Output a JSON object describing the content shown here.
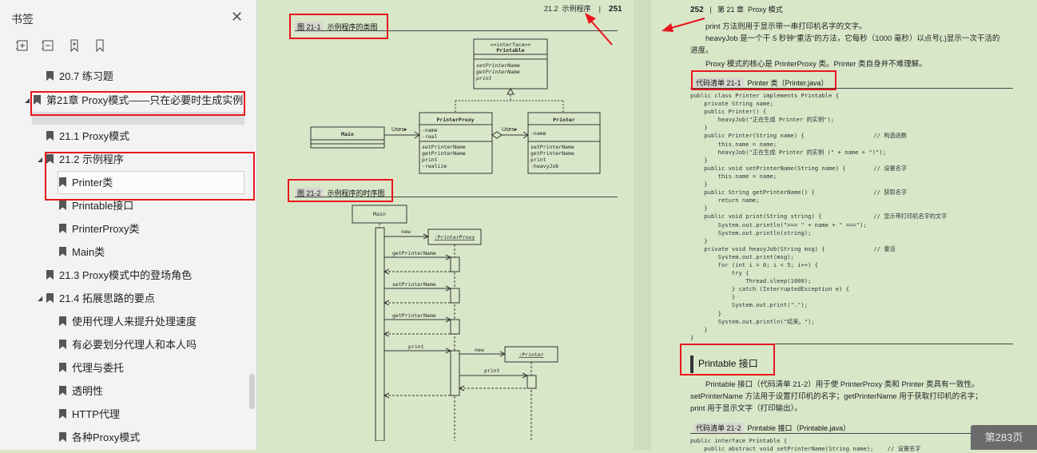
{
  "sidebar": {
    "title": "书签",
    "items": [
      {
        "label": "20.7 练习题"
      },
      {
        "label": "第21章 Proxy模式——只在必要时生成实例"
      },
      {
        "label": "21.1 Proxy模式"
      },
      {
        "label": "21.2 示例程序"
      },
      {
        "label": "Printer类"
      },
      {
        "label": "Printable接口"
      },
      {
        "label": "PrinterProxy类"
      },
      {
        "label": "Main类"
      },
      {
        "label": "21.3 Proxy模式中的登场角色"
      },
      {
        "label": "21.4 拓展思路的要点"
      },
      {
        "label": "使用代理人来提升处理速度"
      },
      {
        "label": "有必要划分代理人和本人吗"
      },
      {
        "label": "代理与委托"
      },
      {
        "label": "透明性"
      },
      {
        "label": "HTTP代理"
      },
      {
        "label": "各种Proxy模式"
      }
    ]
  },
  "left_page": {
    "header_section": "21.2",
    "header_title": "示例程序",
    "header_num": "251",
    "fig1_num": "图 21-1",
    "fig1_title": "示例程序的类图",
    "fig2_num": "图 21-2",
    "fig2_title": "示例程序的时序图",
    "uml": {
      "printable_stereo": "<<interface>>",
      "printable_name": "Printable",
      "printable_methods": [
        "setPrinterName",
        "getPrinterName",
        "print"
      ],
      "main_name": "Main",
      "uses1": "Uses▸",
      "uses2": "Uses▸",
      "proxy_name": "PrinterProxy",
      "proxy_fields": [
        "-name",
        "-real"
      ],
      "proxy_methods": [
        "setPrinterName",
        "getPrinterName",
        "print",
        "-realize"
      ],
      "printer_name": "Printer",
      "printer_fields": [
        "-name"
      ],
      "printer_methods": [
        "setPrinterName",
        "getPrinterName",
        "print",
        "-heavyJob"
      ]
    },
    "seq": {
      "main": "Main",
      "new1": "new",
      "proxy_obj": ":PrinterProxy",
      "m1": "getPrinterName",
      "m2": "setPrinterName",
      "m3": "getPrinterName",
      "m4": "print",
      "new2": "new",
      "printer_obj": ":Printer",
      "m5": "print"
    }
  },
  "right_page": {
    "header_num": "252",
    "header_chapter": "第 21 章",
    "header_title": "Proxy 模式",
    "para1": "print 方法则用于显示带一串打印机名字的文字。",
    "para2a": "heavyJob 是一个干 5 秒钟“重活”的方法，它每秒（1000 毫秒）以点号(.)显示一次干活的",
    "para2b": "进度。",
    "para3": "Proxy 模式的核心是 PrinterProxy 类。Printer 类自身并不难理解。",
    "listing1_num": "代码清单 21-1",
    "listing1_title": "Printer 类（Printer.java）",
    "code_lines": [
      "public class Printer implements Printable {",
      "    private String name;",
      "    public Printer() {",
      "        heavyJob(\"正在生成 Printer 的实例\");",
      "    }",
      "    public Printer(String name) {                    // 构造函数",
      "        this.name = name;",
      "        heavyJob(\"正在生成 Printer 的实例 (\" + name + \")\");",
      "    }",
      "    public void setPrinterName(String name) {        // 设置名字",
      "        this.name = name;",
      "    }",
      "    public String getPrinterName() {                 // 获取名字",
      "        return name;",
      "    }",
      "    public void print(String string) {               // 显示带打印机名字的文字",
      "        System.out.println(\"=== \" + name + \" ===\");",
      "        System.out.println(string);",
      "    }",
      "    private void heavyJob(String msg) {              // 重活",
      "        System.out.print(msg);",
      "        for (int i = 0; i < 5; i++) {",
      "            try {",
      "                Thread.sleep(1000);",
      "            } catch (InterruptedException e) {",
      "            }",
      "            System.out.print(\".\");",
      "        }",
      "        System.out.println(\"结束。\");",
      "    }",
      "}"
    ],
    "section_title": "Printable 接口",
    "para4": "Printable 接口（代码清单 21-2）用于使 PrinterProxy 类和 Printer 类具有一致性。",
    "para5": "setPrinterName 方法用于设置打印机的名字；getPrinterName 用于获取打印机的名字；",
    "para6": "print 用于显示文字（打印输出）。",
    "listing2_num": "代码清单 21-2",
    "listing2_title": "Printable 接口（Printable.java）",
    "code2_1": "public interface Printable {",
    "code2_2": "    public abstract void setPrinterName(String name);    // 设置名字"
  },
  "page_badge": "第283页",
  "colors": {
    "annotation": "#e8161c",
    "page": "#d9e7c9",
    "sidebar": "#f3f3f3"
  }
}
